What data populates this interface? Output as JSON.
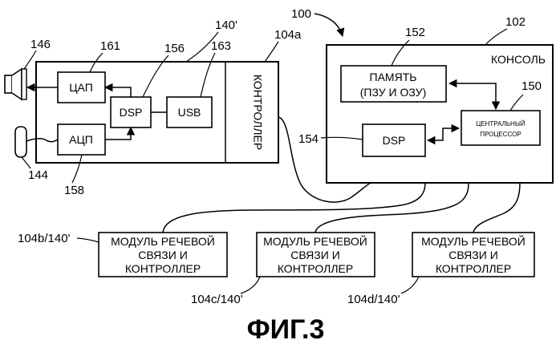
{
  "blocks": {
    "dac": "ЦАП",
    "adc": "АЦП",
    "dsp_controller": "DSP",
    "usb": "USB",
    "controller": "КОНТРОЛЛЕР",
    "console": "КОНСОЛЬ",
    "memory_line1": "ПАМЯТЬ",
    "memory_line2": "(ПЗУ И ОЗУ)",
    "dsp_console": "DSP",
    "cpu_line1": "ЦЕНТРАЛЬНЫЙ",
    "cpu_line2": "ПРОЦЕССОР"
  },
  "modules": [
    {
      "line1": "МОДУЛЬ РЕЧЕВОЙ",
      "line2": "СВЯЗИ И",
      "line3": "КОНТРОЛЛЕР",
      "ref": "104b/140'"
    },
    {
      "line1": "МОДУЛЬ РЕЧЕВОЙ",
      "line2": "СВЯЗИ И",
      "line3": "КОНТРОЛЛЕР",
      "ref": "104c/140'"
    },
    {
      "line1": "МОДУЛЬ РЕЧЕВОЙ",
      "line2": "СВЯЗИ И",
      "line3": "КОНТРОЛЛЕР",
      "ref": "104d/140'"
    }
  ],
  "refs": {
    "r146": "146",
    "r144": "144",
    "r161": "161",
    "r156": "156",
    "r163": "163",
    "r140p": "140'",
    "r104a": "104a",
    "r158": "158",
    "r100": "100",
    "r102": "102",
    "r152": "152",
    "r150": "150",
    "r154": "154"
  },
  "caption": "ФИГ.3"
}
